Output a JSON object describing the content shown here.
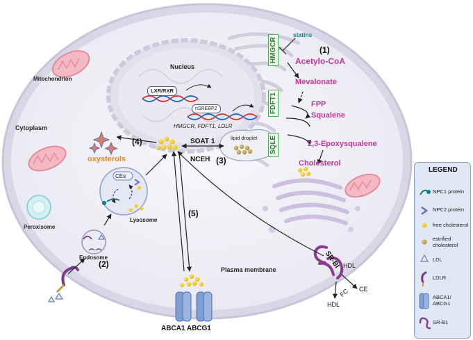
{
  "labels": {
    "nucleus": "Nucleus",
    "mitochondrion": "Mitochondrion",
    "cytoplasm": "Cytoplasm",
    "peroxisome": "Peroxisome",
    "lysosome": "Lysosome",
    "endosome": "Endosome",
    "plasma_membrane": "Plasma membrane",
    "lipid_droplet": "lipid droplet",
    "ces": "CEs",
    "oxysterols": "oxysterols",
    "statins": "statins",
    "lxr_rxr": "LXR/RXR",
    "nsrebp2": "nSREBP2",
    "genes": "HMGCR, FDFT1, LDLR",
    "soat1": "SOAT 1",
    "nceh": "NCEH",
    "transporters": "ABCA1 ABCG1",
    "srbi": "SR-BI",
    "hdl_top": "HDL",
    "hdl_bottom": "HDL",
    "ce": "CE",
    "fc": "FC"
  },
  "pathway": {
    "acetyl_coa": "Acetylo-CoA",
    "mevalonate": "Mevalonate",
    "fpp": "FPP",
    "squalene": "Squalene",
    "epoxysqualene": "2,3-Epoxysqualene",
    "cholesterol": "Cholesterol"
  },
  "enzymes": {
    "hmgcr": "HMGCR",
    "fdft1": "FDFT1",
    "sqle": "SQLE"
  },
  "steps": {
    "s1": "(1)",
    "s2": "(2)",
    "s3": "(3)",
    "s4": "(4)",
    "s5": "(5)"
  },
  "legend": {
    "title": "LEGEND",
    "items": [
      {
        "label": "NPC1 protein",
        "icon": "npc1-icon"
      },
      {
        "label": "NPC2 protein",
        "icon": "npc2-icon"
      },
      {
        "label": "free cholesterol",
        "icon": "free-cholesterol-icon"
      },
      {
        "label": "estrified cholesterol",
        "icon": "esterified-cholesterol-icon"
      },
      {
        "label": "LDL",
        "icon": "ldl-icon"
      },
      {
        "label": "LDLR",
        "icon": "ldlr-icon"
      },
      {
        "label": "ABCA1/ ABCG1",
        "icon": "abca1-abcg1-icon"
      },
      {
        "label": "SR-B1",
        "icon": "sr-b1-icon"
      }
    ]
  },
  "colors": {
    "pathway_text": "#c0399a",
    "enzyme_green": "#2e7d32",
    "cholesterol_yellow": "#f2c81e",
    "membrane_blue": "#5b7fc2",
    "srbi_purple": "#8a3d91",
    "legend_bg": "#dfe8f4"
  }
}
